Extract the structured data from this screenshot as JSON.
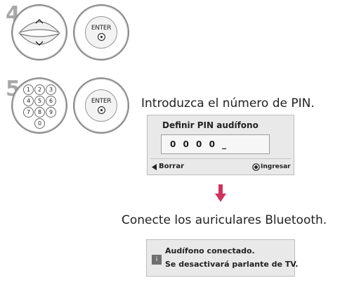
{
  "steps": [
    {
      "number": "4",
      "enter_label": "ENTER"
    },
    {
      "number": "5",
      "enter_label": "ENTER"
    }
  ],
  "numpad_keys": [
    "1",
    "2",
    "3",
    "4",
    "5",
    "6",
    "7",
    "8",
    "9",
    "0"
  ],
  "pin_prompt": "Introduzca el número de PIN.",
  "pin_dialog": {
    "title": "Definir PIN audífono",
    "value": "0 0 0 0 _",
    "left_action": "Borrar",
    "right_action": "Ingresar"
  },
  "arrow_color": "#d0335a",
  "connect_instruction": "Conecte los auriculares Bluetooth.",
  "notice": {
    "icon": "i",
    "line1": "Audífono conectado.",
    "line2": "Se desactivará parlante de TV."
  },
  "icons": [
    "up-arrow-icon",
    "down-arrow-icon",
    "enter-icon",
    "left-triangle-icon",
    "ok-circle-icon",
    "info-icon",
    "down-arrow-icon"
  ]
}
